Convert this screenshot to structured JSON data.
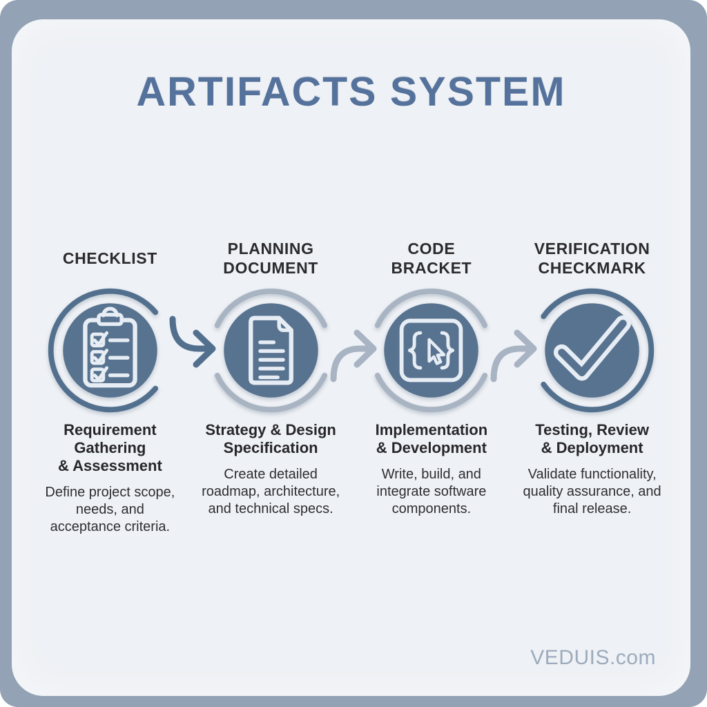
{
  "title": "ARTIFACTS SYSTEM",
  "watermark": "VEDUIS.com",
  "colors": {
    "frame": "#93a2b4",
    "panel_background": "#eef1f5",
    "circle_fill": "#587390",
    "ring_dark": "#52708e",
    "ring_silver": "#a9b4c3",
    "icon_stroke": "#e7edf4",
    "title_text": "#55729c",
    "heading_text": "#2b2b2e",
    "body_text": "#2e2e32",
    "arrow_dark": "#52708e",
    "arrow_light": "#a8b3c3",
    "watermark_text": "#9dabbc"
  },
  "stages": [
    {
      "icon": "clipboard-checklist-icon",
      "header": "CHECKLIST",
      "title": "Requirement Gathering\n& Assessment",
      "description": "Define project scope,\nneeds, and\nacceptance criteria."
    },
    {
      "icon": "planning-document-icon",
      "header": "PLANNING\nDOCUMENT",
      "title": "Strategy & Design\nSpecification",
      "description": "Create detailed\nroadmap, architecture,\nand technical specs."
    },
    {
      "icon": "code-bracket-cursor-icon",
      "header": "CODE\nBRACKET",
      "title": "Implementation\n& Development",
      "description": "Write, build, and\nintegrate software\ncomponents."
    },
    {
      "icon": "verification-checkmark-icon",
      "header": "VERIFICATION\nCHECKMARK",
      "title": "Testing, Review\n& Deployment",
      "description": "Validate functionality,\nquality assurance, and\nfinal release."
    }
  ]
}
